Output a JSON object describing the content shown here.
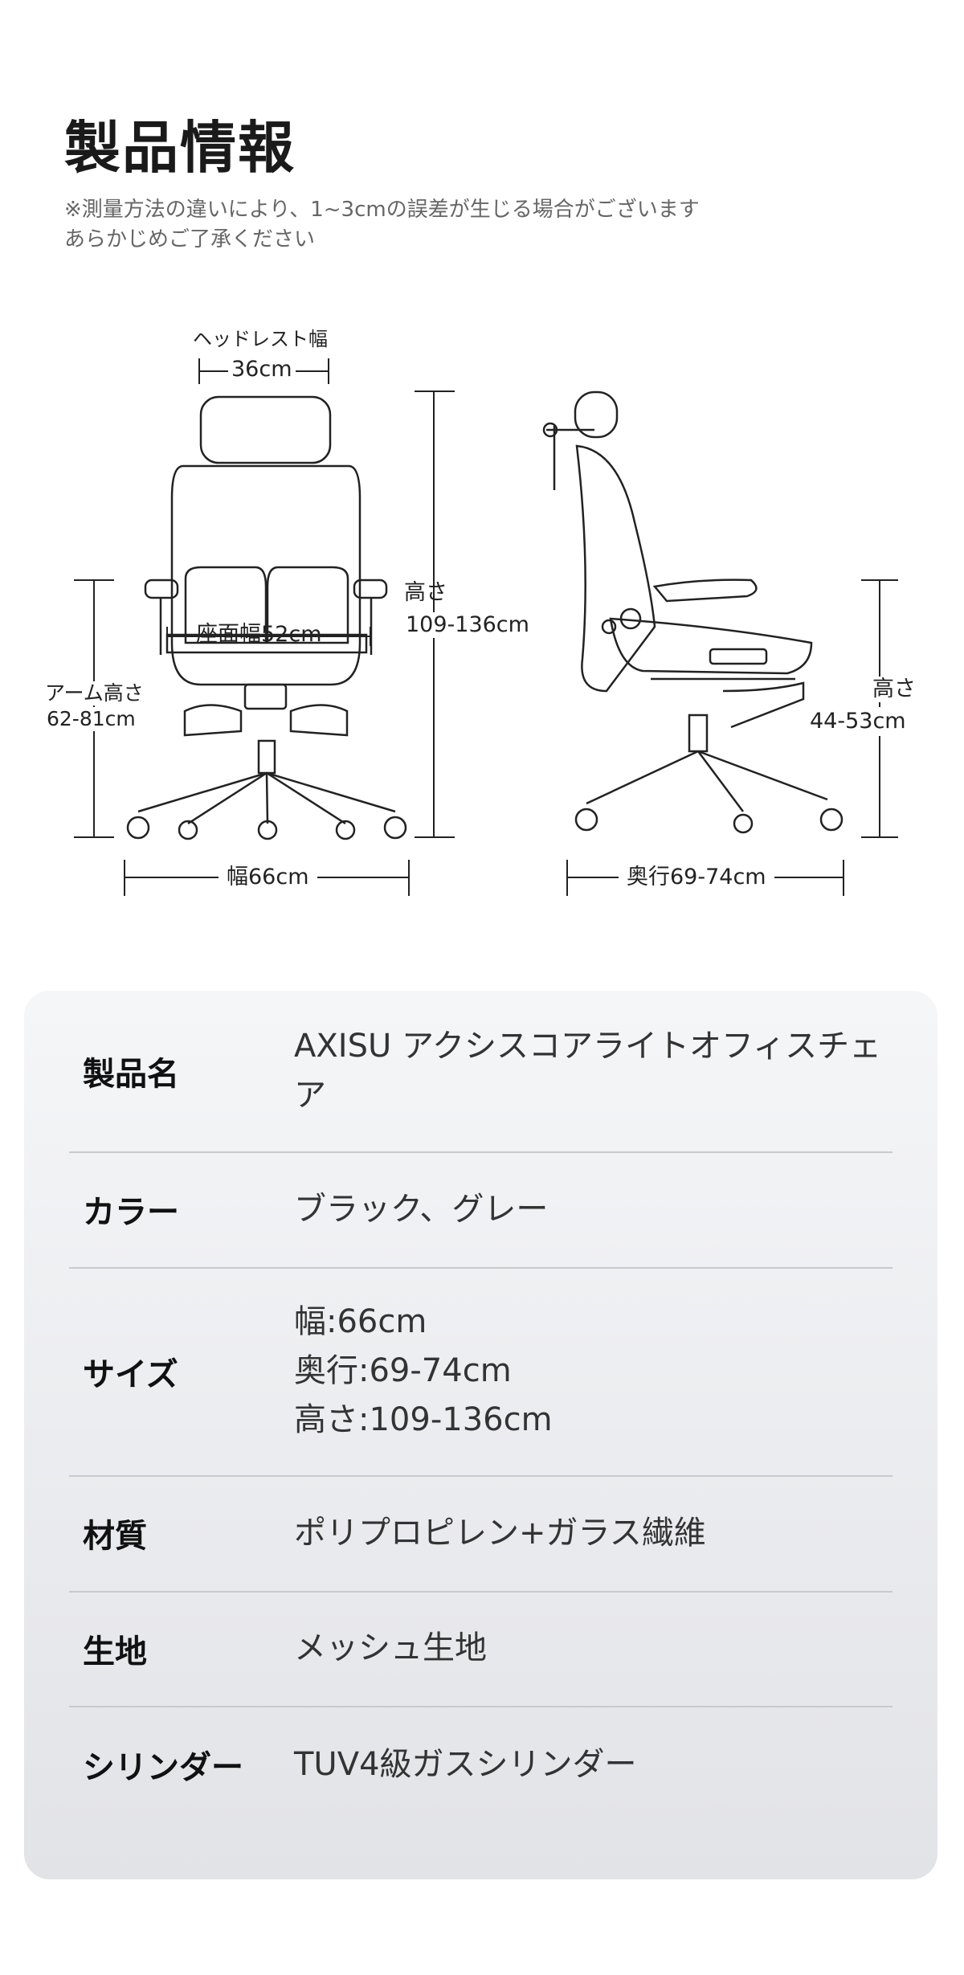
{
  "header": {
    "title": "製品情報",
    "notes": [
      "※測量方法の違いにより、1~3cmの誤差が生じる場合がございます",
      "あらかじめご了承ください"
    ]
  },
  "diagram": {
    "headrest_width_label": "ヘッドレスト幅",
    "headrest_width": "36cm",
    "front_height_label": "高さ",
    "front_height": "109-136cm",
    "seat_width": "座面幅52cm",
    "arm_height_label": "アーム高さ",
    "arm_height": "62-81cm",
    "width": "幅66cm",
    "side_height_label": "高さ",
    "side_height": "44-53cm",
    "depth": "奥行69-74cm"
  },
  "specs": [
    {
      "label": "製品名",
      "values": [
        "AXISU アクシスコアライトオフィスチェア"
      ]
    },
    {
      "label": "カラー",
      "values": [
        "ブラック、グレー"
      ]
    },
    {
      "label": "サイズ",
      "values": [
        "幅:66cm",
        "奥行:69-74cm",
        "高さ:109-136cm"
      ]
    },
    {
      "label": "材質",
      "values": [
        "ポリプロピレン+ガラス繊維"
      ]
    },
    {
      "label": "生地",
      "values": [
        "メッシュ生地"
      ]
    },
    {
      "label": "シリンダー",
      "values": [
        "TUV4級ガスシリンダー"
      ]
    }
  ]
}
